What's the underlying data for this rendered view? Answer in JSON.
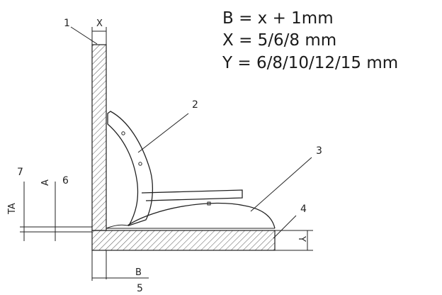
{
  "formulas": {
    "b": "B = x + 1mm",
    "x": "X = 5/6/8 mm",
    "y": "Y = 6/8/10/12/15 mm"
  },
  "callouts": {
    "c1": "1",
    "c2": "2",
    "c3": "3",
    "c4": "4",
    "c5": "5",
    "c6": "6",
    "c7": "7"
  },
  "dimensions": {
    "x": "X",
    "y": "Y",
    "b": "B",
    "a": "A",
    "ta": "TA"
  },
  "colors": {
    "line": "#222222",
    "hatch": "#555555",
    "background": "#ffffff"
  }
}
